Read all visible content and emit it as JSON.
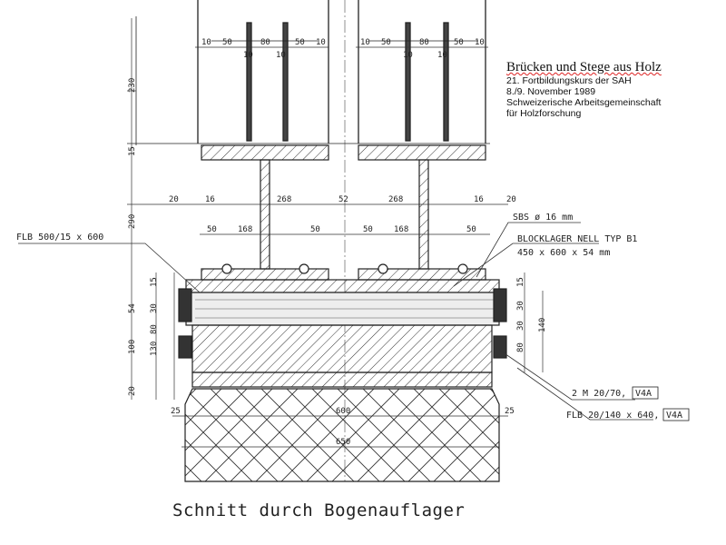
{
  "source": {
    "title": "Brücken und Stege aus Holz",
    "line1": "21. Fortbildungskurs der SAH",
    "line2": "8./9. November 1989",
    "line3": "Schweizerische Arbeitsgemeinschaft",
    "line4": "für Holzforschung"
  },
  "caption": "Schnitt durch Bogenauflager",
  "labels": {
    "flb_left": "FLB 500/15 x 600",
    "sbs": "SBS ø 16 mm",
    "blocklager": "BLOCKLAGER NELL TYP B1",
    "blocklager_size": "450 x 600 x 54 mm",
    "m20": "2 M 20/70,",
    "flb_right": "FLB 20/140 x 640,",
    "v4a": "V4A"
  },
  "dims": {
    "top_10a": "10",
    "top_50a": "50",
    "top_80a": "80",
    "top_50b": "50",
    "top_10b": "10",
    "top_10c": "10",
    "top_50c": "50",
    "top_80b": "80",
    "top_50d": "50",
    "top_10d": "10",
    "inner_10a": "10",
    "inner_10b": "10",
    "inner_10c": "10",
    "inner_10d": "10",
    "v230": "230",
    "v15": "15",
    "v290": "290",
    "d20l": "20",
    "d16l": "16",
    "d268l": "268",
    "d52": "52",
    "d268r": "268",
    "d16r": "16",
    "d20r": "20",
    "d50a": "50",
    "d168a": "168",
    "d50b": "50",
    "d50c": "50",
    "d168b": "168",
    "d50d": "50",
    "lv15": "15",
    "lv54": "54",
    "lv30": "30",
    "lv80": "80",
    "lv100": "100",
    "lv130": "130",
    "lv20": "20",
    "rv15": "15",
    "rv30": "30",
    "rv30b": "30",
    "rv80": "80",
    "rv140": "140",
    "d25l": "25",
    "d600": "600",
    "d25r": "25",
    "d650": "650"
  }
}
